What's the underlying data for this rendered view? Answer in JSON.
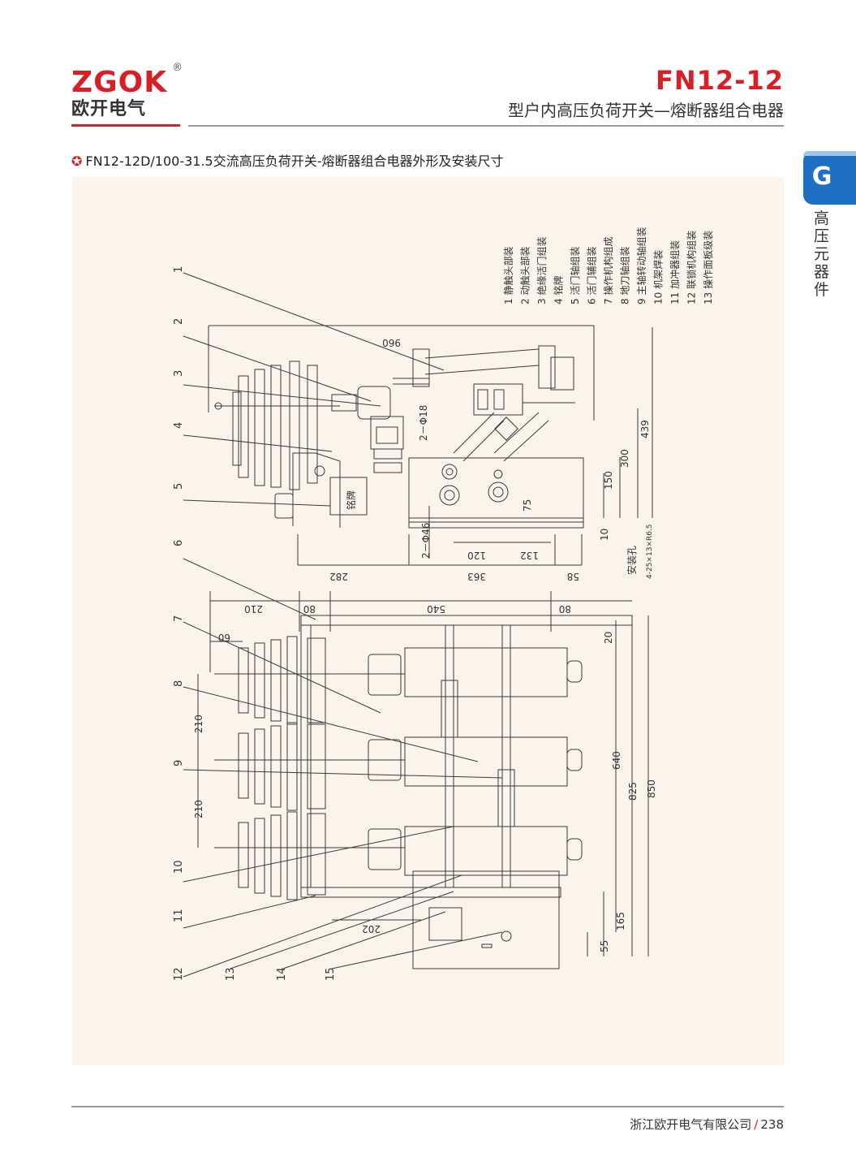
{
  "brand": {
    "logo_text": "ZGOK",
    "registered_mark": "®",
    "name_cn": "欧开电气"
  },
  "header": {
    "model": "FN12-12",
    "subtitle": "型户内高压负荷开关—熔断器组合电器"
  },
  "side_tab": {
    "letter": "G",
    "label": "高压元器件"
  },
  "section": {
    "marker": "✪",
    "title": "FN12-12D/100-31.5交流高压负荷开关-熔断器组合电器外形及安装尺寸"
  },
  "drawing": {
    "legend": [
      "1 静触头部装",
      "2 动触头部装",
      "3 绝缘活门组装",
      "4 铭牌",
      "5 活门轴组装",
      "6 活门辅组装",
      "7 操作机构组成",
      "8 地刀轴组装",
      "9 主轴转动轴组装",
      "10 机架焊装",
      "11 加冲器组装",
      "12 联锁机构组装",
      "13 操作面板级装"
    ],
    "callouts": [
      "1",
      "2",
      "3",
      "4",
      "5",
      "6",
      "7",
      "8",
      "9",
      "10",
      "11",
      "12",
      "13",
      "14",
      "15"
    ],
    "dims_side": [
      "960",
      "439",
      "300",
      "150",
      "75",
      "10",
      "2－Φ18",
      "2－Φ46",
      "120",
      "132",
      "282",
      "363",
      "58"
    ],
    "nameplate": "铭牌",
    "dims_plan": [
      "210",
      "80",
      "540",
      "80",
      "60",
      "20",
      "210",
      "210",
      "640",
      "825",
      "850",
      "165",
      "55",
      "202"
    ],
    "mount_label": "安装孔",
    "mount_spec": "4-25×13×R6.5",
    "colors": {
      "line": "#3a3a3a",
      "panel": "#fbf4ea"
    }
  },
  "footer": {
    "company": "浙江欧开电气有限公司",
    "separator": "/",
    "page": "238"
  }
}
